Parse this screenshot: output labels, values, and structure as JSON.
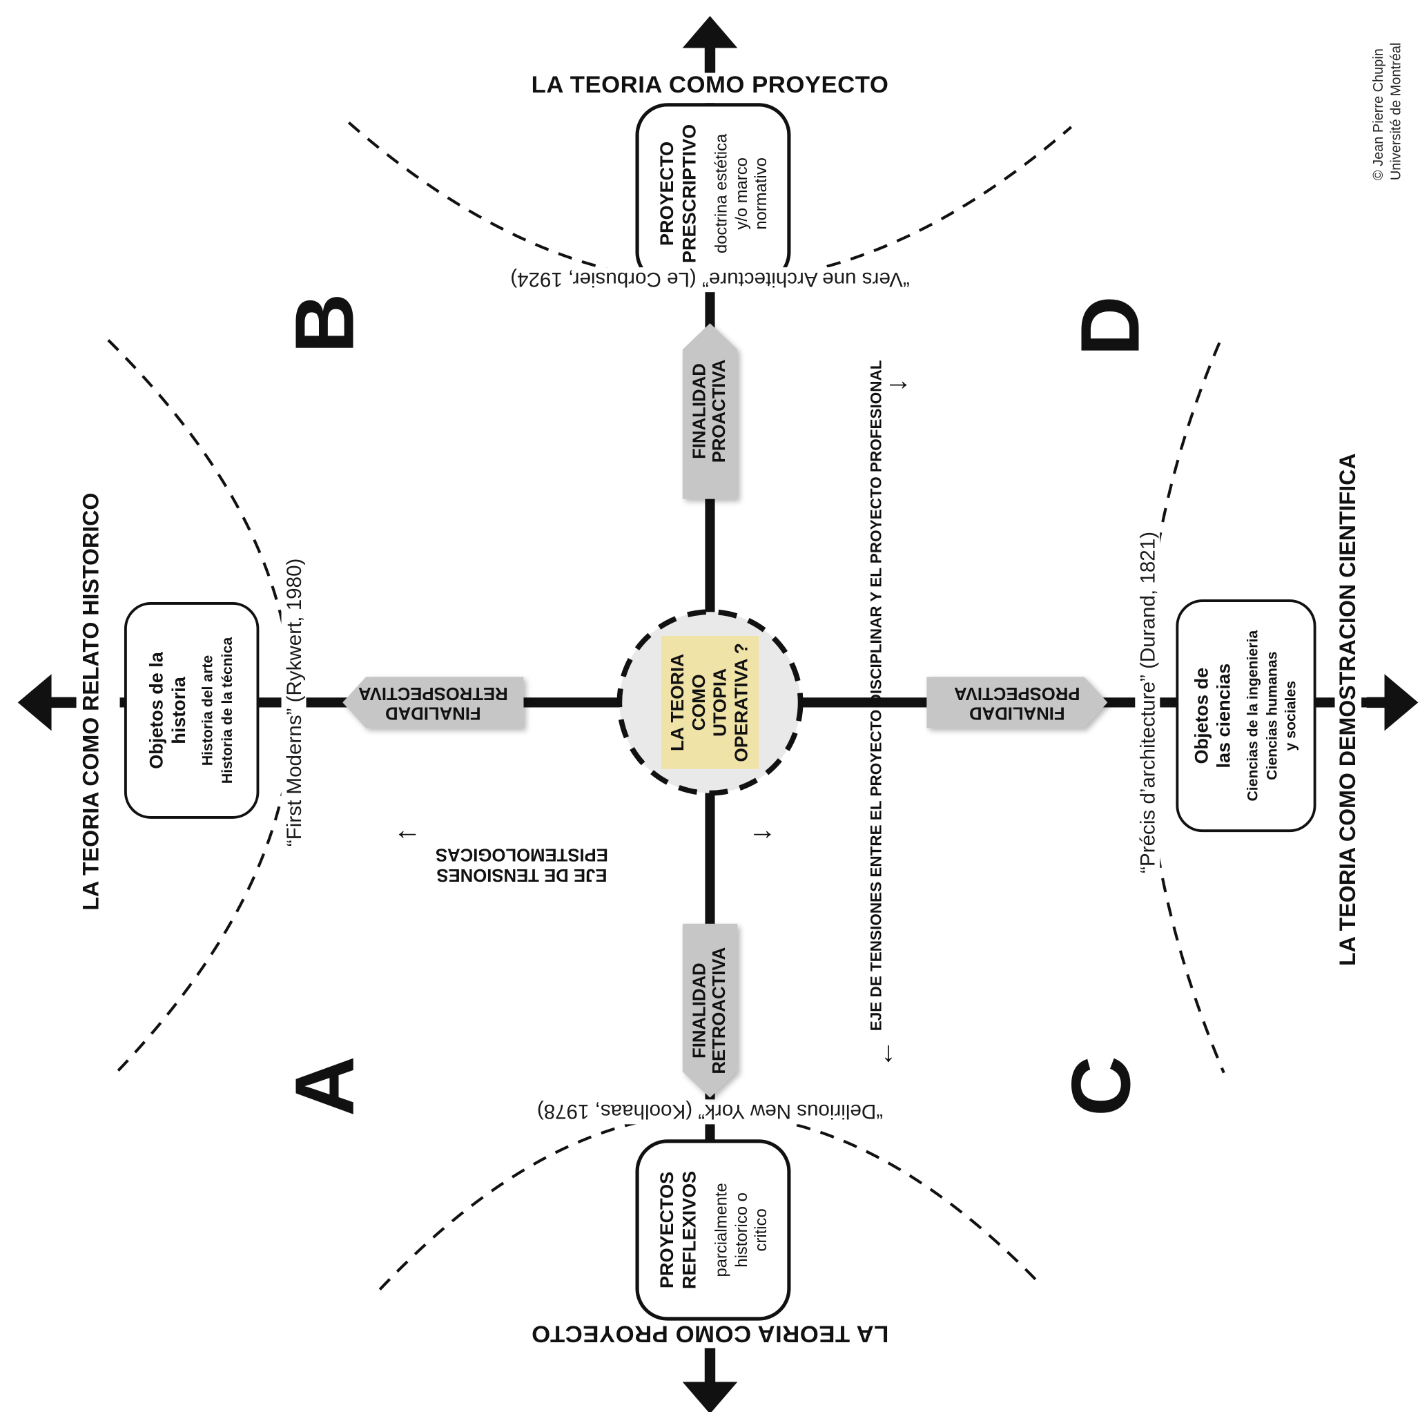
{
  "credit": {
    "author": "© Jean Pierre Chupin",
    "institution": "Université de Montréal"
  },
  "poles": {
    "top": "LA TEORIA COMO PROYECTO",
    "bottom": "LA TEORIA COMO PROYECTO",
    "left": "LA TEORIA COMO RELATO HISTORICO",
    "right": "LA TEORIA COMO DEMOSTRACION CIENTIFICA"
  },
  "quadrants": {
    "a": "A",
    "b": "B",
    "c": "C",
    "d": "D"
  },
  "center_circle": {
    "lines": [
      "LA TEORIA",
      "COMO",
      "UTOPIA",
      "OPERATIVA ?"
    ]
  },
  "finality_arrows": {
    "proactiva": [
      "FINALIDAD",
      "PROACTIVA"
    ],
    "retroactiva": [
      "FINALIDAD",
      "RETROACTIVA"
    ],
    "retrospectiva": [
      "FINALIDAD",
      "RETROSPECTIVA"
    ],
    "prospectiva": [
      "FINALIDAD",
      "PROSPECTIVA"
    ]
  },
  "tension_axes": {
    "epistemological": "EJE DE TENSIONES EPISTEMOLOGICAS",
    "professional": "EJE DE TENSIONES ENTRE EL PROYECTO DISCIPLINAR Y EL PROYECTO PROFESIONAL"
  },
  "boxes": {
    "top": {
      "title": "PROYECTO PRESCRIPTIVO",
      "subtitle": "doctrina estética y/o marco normativo"
    },
    "bottom": {
      "title": "PROYECTOS REFLEXIVOS",
      "subtitle": "parcialmente historico o critico"
    },
    "left": {
      "title": "Objetos de la historia",
      "items": [
        "Historia del arte",
        "Historia de la técnica"
      ]
    },
    "right": {
      "title": "Objetos de las ciencias",
      "items": [
        "Ciencias de la ingenieria",
        "Ciencias humanas",
        "y sociales"
      ]
    }
  },
  "citations": {
    "top": "“Vers une Architecture” (Le Corbusier, 1924)",
    "bottom": "“Delirious New York” (Koolhaas, 1978)",
    "left": "“First Moderns” (Rykwert, 1980)",
    "right": "“Précis d’architecture” (Durand, 1821)"
  },
  "glyphs": {
    "arrow_left": "←",
    "arrow_right": "→",
    "arrow_down": "↓"
  },
  "colors": {
    "highlight_yellow": "#f0e3a8",
    "arrow_gray": "#c6c6c6",
    "circle_gray": "#e9e9e9",
    "ink": "#111111"
  }
}
